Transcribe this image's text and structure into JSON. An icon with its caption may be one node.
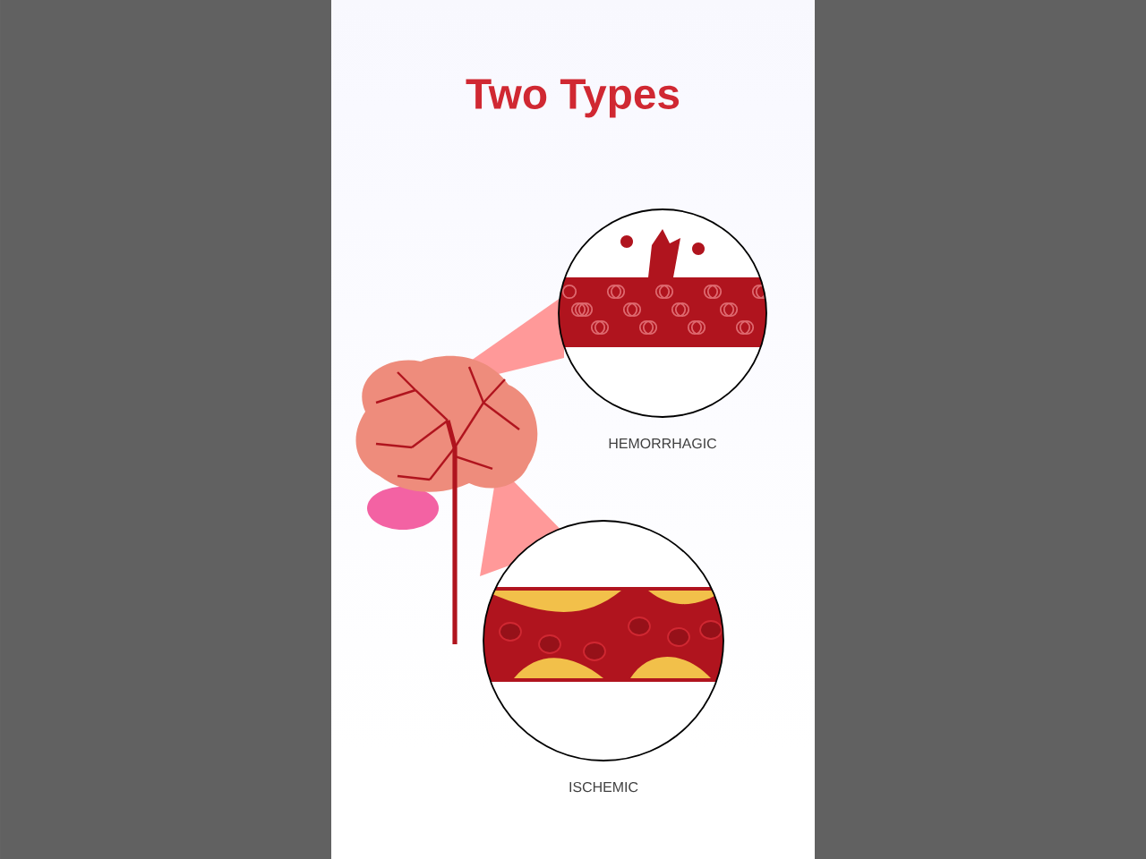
{
  "diagram": {
    "title": "Two Types",
    "nodes": [
      {
        "text": [
          "HEMORRHAGIC"
        ]
      },
      {
        "text": [
          "ISCHEMIC"
        ]
      }
    ]
  }
}
